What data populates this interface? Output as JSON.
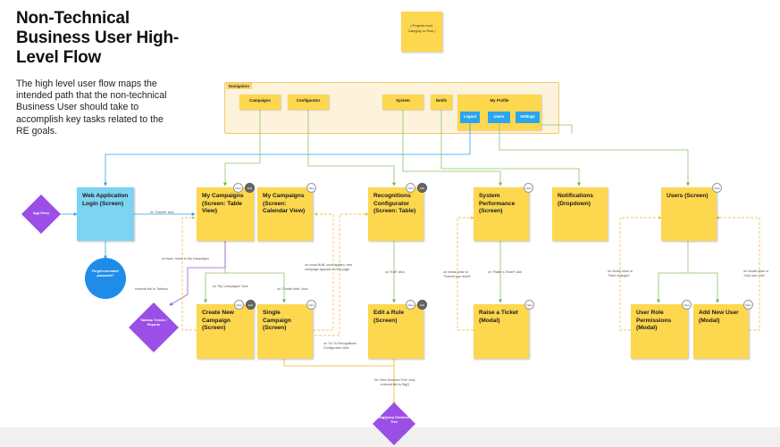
{
  "title": "Non-Technical Business User High-Level Flow",
  "description": "The high level user flow maps the intended path that the non-technical Business User should take to accomplish key tasks related to the RE goals.",
  "legend_note": "( Projects mod.\nCategory or Rule )",
  "navigation": {
    "label": "Navigation",
    "chips": {
      "campaigns": "Campaigns",
      "configurator": "Configurator",
      "system": "System",
      "notifs": "Notifs",
      "my_profile": "My Profile"
    },
    "buttons": {
      "logout": "Logout",
      "users": "Users",
      "settings": "Settings"
    }
  },
  "nodes": {
    "login": "Web Application Login (Screen)",
    "my_campaigns_table": "My Campaigns (Screen: Table View)",
    "my_campaigns_calendar": "My Campaigns (Screen: Calendar View)",
    "recognitions_configurator": "Recognitions Configurator (Screen: Table)",
    "system_performance": "System Performance (Screen)",
    "notifications": "Notifications (Dropdown)",
    "users": "Users (Screen)",
    "create_campaign": "Create New Campaign (Screen)",
    "single_campaign": "Single Campaign (Screen)",
    "edit_rule": "Edit a Rule (Screen)",
    "raise_ticket": "Raise a Ticket (Modal)",
    "user_role_permissions": "User Role Permissions (Modal)",
    "add_new_user": "Add New User (Modal)"
  },
  "shapes": {
    "app_entry": "App Entry",
    "forgot_username": "Forgot username/ password?",
    "tableau": "Tableau Trends / Reports",
    "bigquery": "BigQuery Decision Tree"
  },
  "badges": {
    "new": "New",
    "edit": "Edit"
  },
  "edge_labels": {
    "submit": "on \"Submit\" click",
    "back_my_campaigns": "on back, return to My Campaigns",
    "external_tableau": "external link to Tableau",
    "my_campaigns_click": "on \"My Campaigns\" click",
    "create_new": "on \"Create New\" click",
    "cross_fit": "on cross-fit-fill, once applied, new campaign appears on this page",
    "edit_click_config": "on \"Edit\" click",
    "go_to_recognitions": "on 'Go To Recognitions Configurator' click",
    "view_decision_tree": "On 'View Decision Tree' click, external link to BigQ",
    "modal_close_support": "on modal close or \"Submit your ticket\"",
    "raise_ticket_click": "on \"Raise a Ticket\" click",
    "modal_close_save": "on modal close or \"Save changes\"",
    "modal_close_add": "on modal close or \"Add user now\""
  }
}
